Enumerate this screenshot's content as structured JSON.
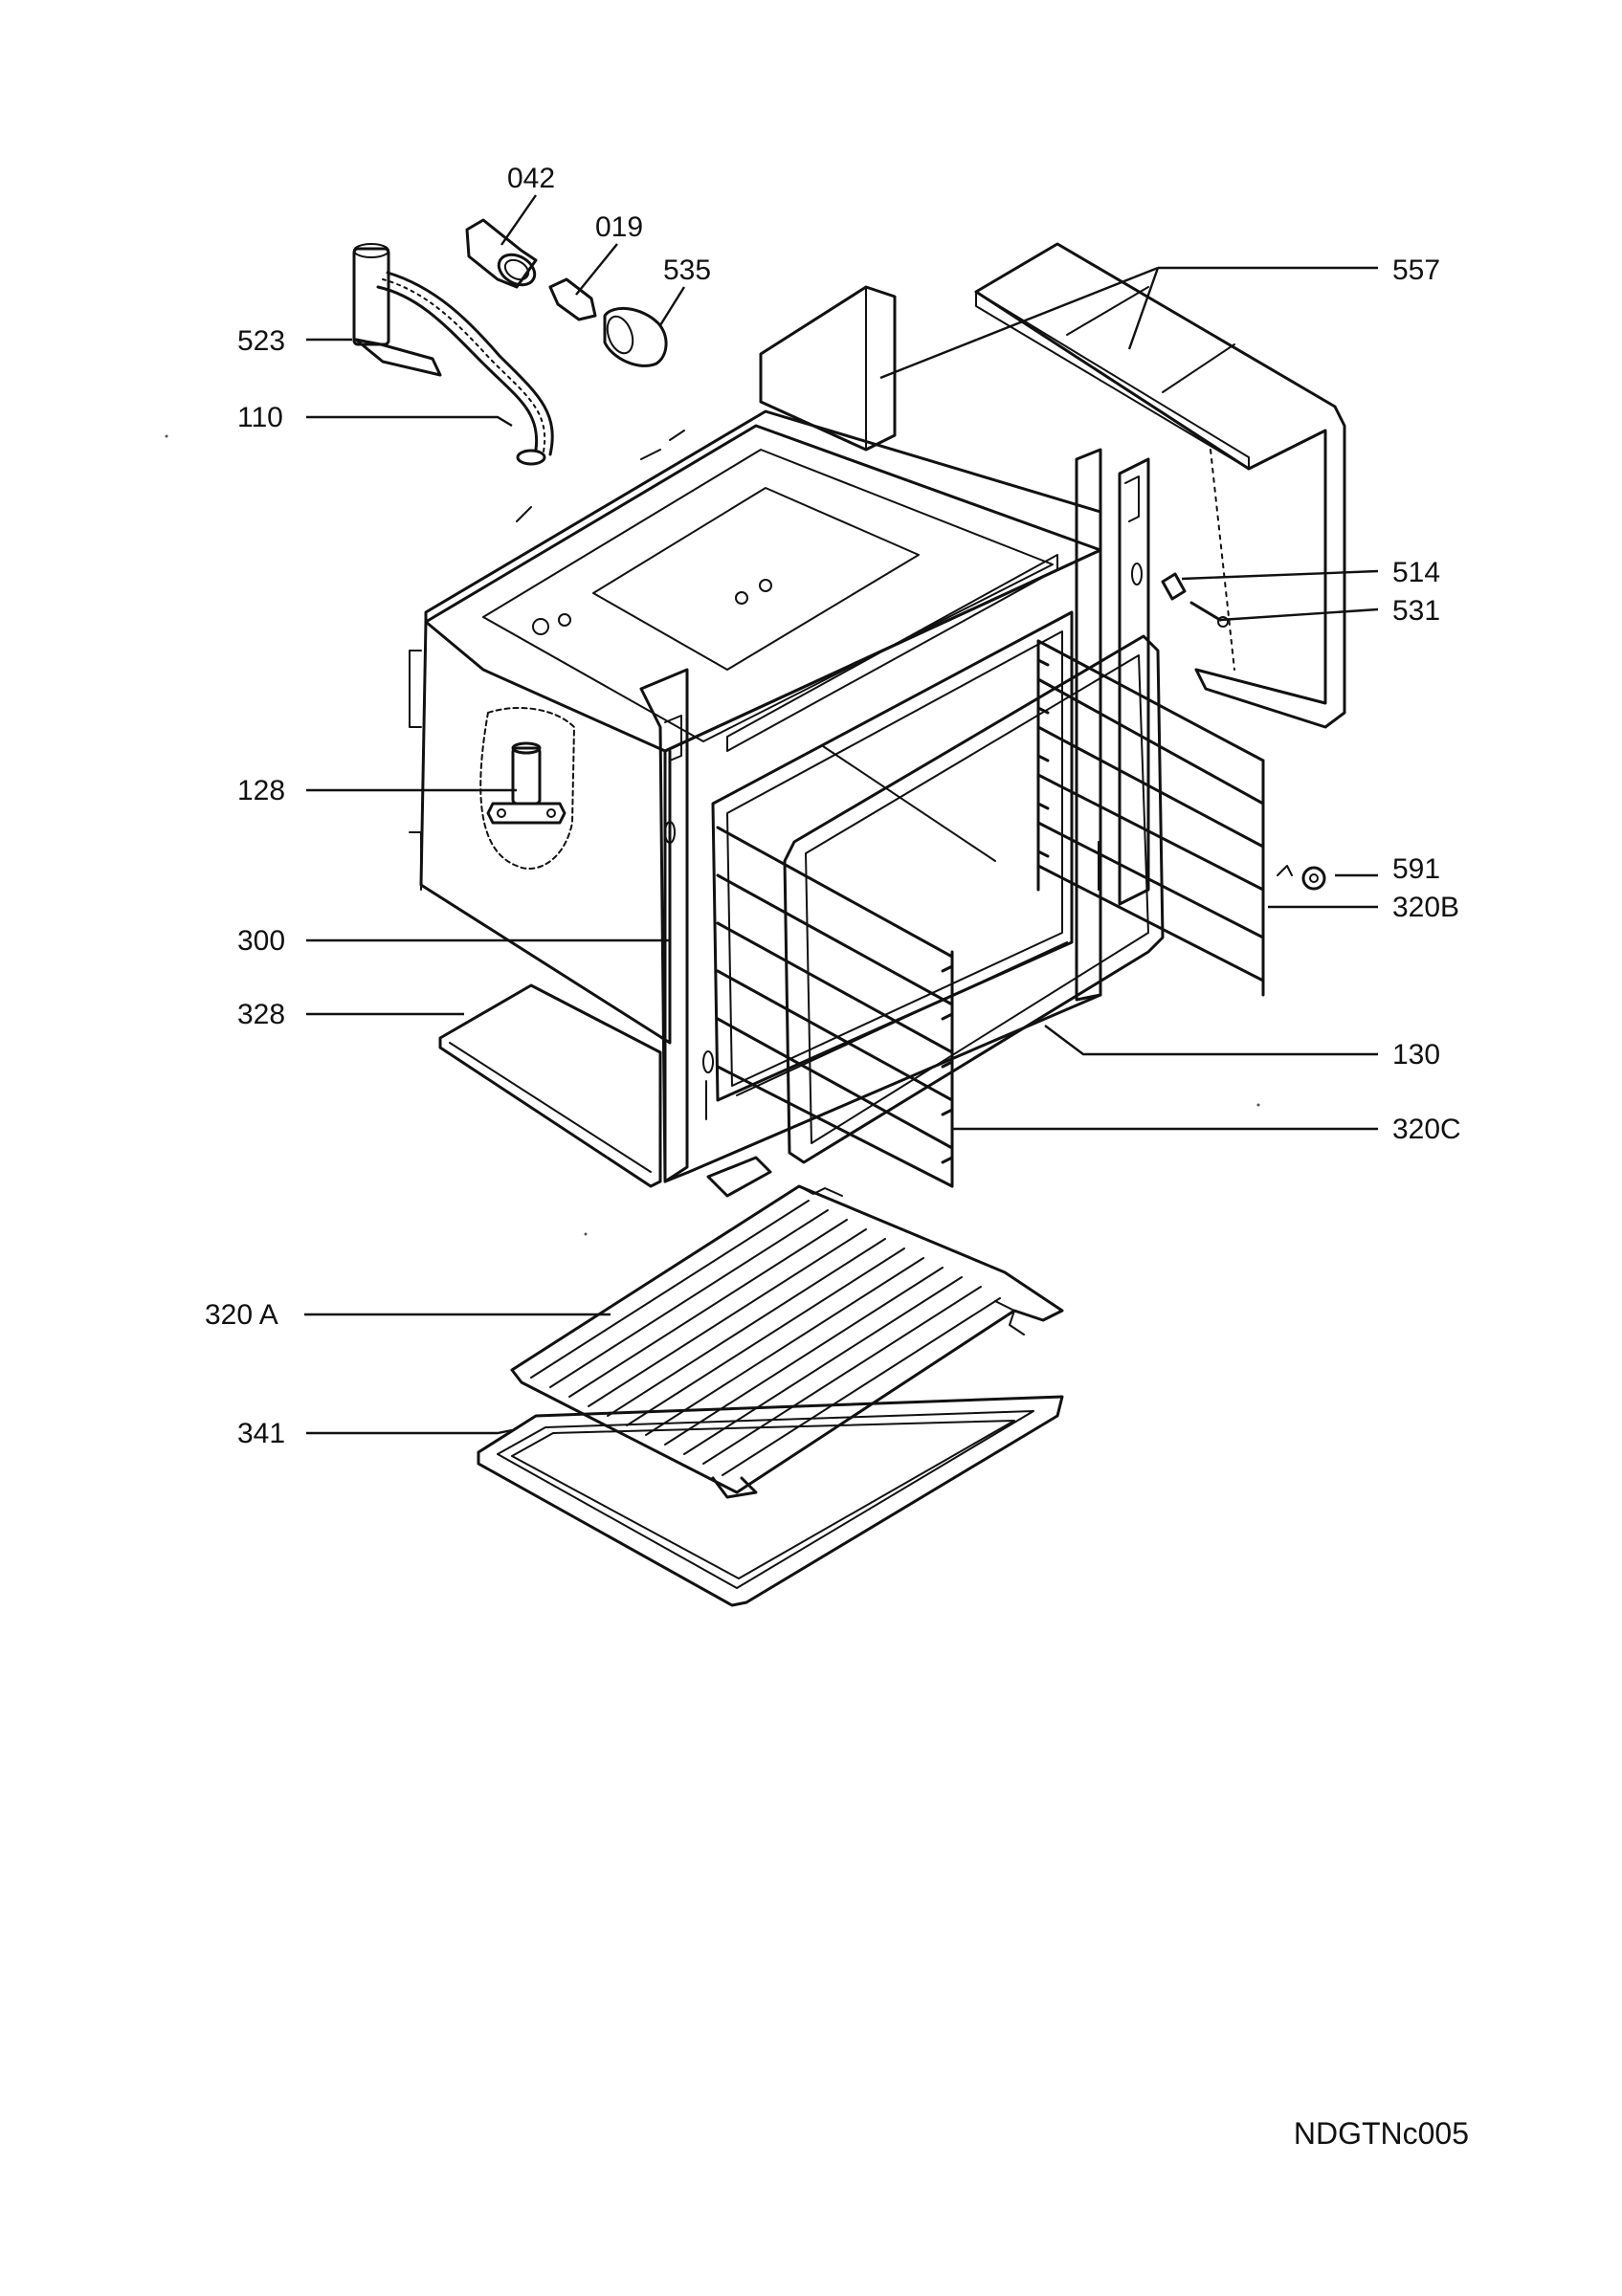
{
  "diagram": {
    "drawing_code": "NDGTNc005",
    "parts": {
      "p042": "042",
      "p019": "019",
      "p535": "535",
      "p557": "557",
      "p523": "523",
      "p110": "110",
      "p514": "514",
      "p531": "531",
      "p128": "128",
      "p591": "591",
      "p320B": "320B",
      "p300": "300",
      "p328": "328",
      "p130": "130",
      "p320C": "320C",
      "p320A": "320 A",
      "p341": "341"
    }
  }
}
